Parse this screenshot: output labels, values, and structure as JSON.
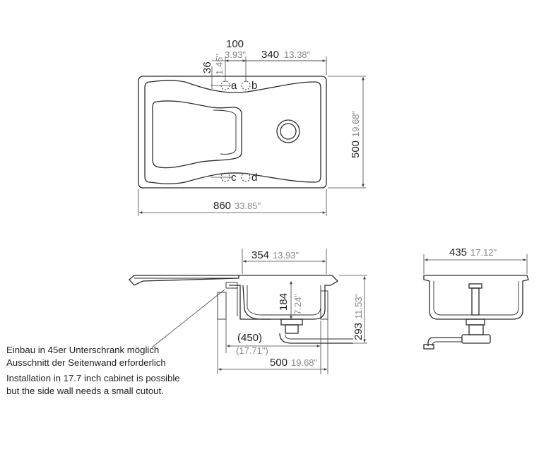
{
  "top_view": {
    "dim_width_mm": "860",
    "dim_width_in": "33.85\"",
    "dim_depth_mm": "500",
    "dim_depth_in": "19.68\"",
    "dim_offset_mm": "100",
    "dim_offset_in": "3.93\"",
    "dim_spacing_mm": "340",
    "dim_spacing_in": "13.38\"",
    "dim_edge_mm": "36",
    "dim_edge_in": "1.45\"",
    "holes": [
      "a",
      "b",
      "c",
      "d"
    ]
  },
  "side_view": {
    "dim_bowl_mm": "354",
    "dim_bowl_in": "13.93\"",
    "dim_bowl_depth_mm": "184",
    "dim_bowl_depth_in": "7.24\"",
    "dim_total_height_mm": "293",
    "dim_total_height_in": "11.53\"",
    "dim_cabinet_mm": "(450)",
    "dim_cabinet_in": "(17.71\")",
    "dim_overall_mm": "500",
    "dim_overall_in": "19.68\""
  },
  "end_view": {
    "dim_width_mm": "435",
    "dim_width_in": "17.12\""
  },
  "notes": {
    "de_line1": "Einbau in 45er Unterschrank möglich",
    "de_line2": "Ausschnitt der Seitenwand erforderlich",
    "en_line1": "Installation in 17.7 inch cabinet is possible",
    "en_line2": "but the side wall needs a small cutout."
  }
}
